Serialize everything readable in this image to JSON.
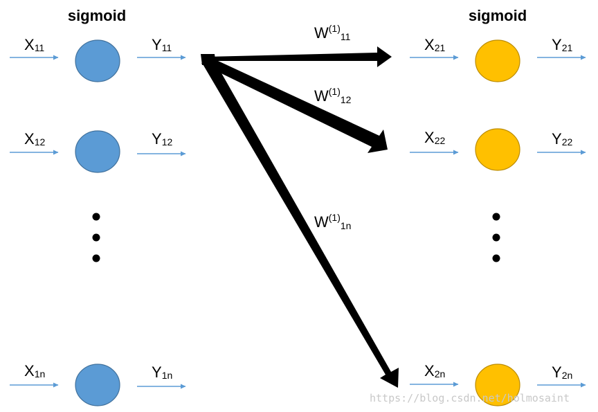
{
  "layers": [
    {
      "title": "sigmoid",
      "node_color": "#5b9bd5",
      "node_stroke": "#41719c",
      "inputs": [
        {
          "main": "X",
          "sub": "11"
        },
        {
          "main": "X",
          "sub": "12"
        },
        {
          "main": "X",
          "sub": "1n"
        }
      ],
      "outputs": [
        {
          "main": "Y",
          "sub": "11"
        },
        {
          "main": "Y",
          "sub": "12"
        },
        {
          "main": "Y",
          "sub": "1n"
        }
      ]
    },
    {
      "title": "sigmoid",
      "node_color": "#ffc000",
      "node_stroke": "#bc8c00",
      "inputs": [
        {
          "main": "X",
          "sub": "21"
        },
        {
          "main": "X",
          "sub": "22"
        },
        {
          "main": "X",
          "sub": "2n"
        }
      ],
      "outputs": [
        {
          "main": "Y",
          "sub": "21"
        },
        {
          "main": "Y",
          "sub": "22"
        },
        {
          "main": "Y",
          "sub": "2n"
        }
      ]
    }
  ],
  "weights": [
    {
      "main": "W",
      "sup": "(1)",
      "sub": "11"
    },
    {
      "main": "W",
      "sup": "(1)",
      "sub": "12"
    },
    {
      "main": "W",
      "sup": "(1)",
      "sub": "1n"
    }
  ],
  "colors": {
    "input_arrow": "#5b9bd5",
    "weight_arrow": "#000000",
    "ellipsis_dots": "#000000"
  },
  "watermark": "https://blog.csdn.net/holmosaint"
}
